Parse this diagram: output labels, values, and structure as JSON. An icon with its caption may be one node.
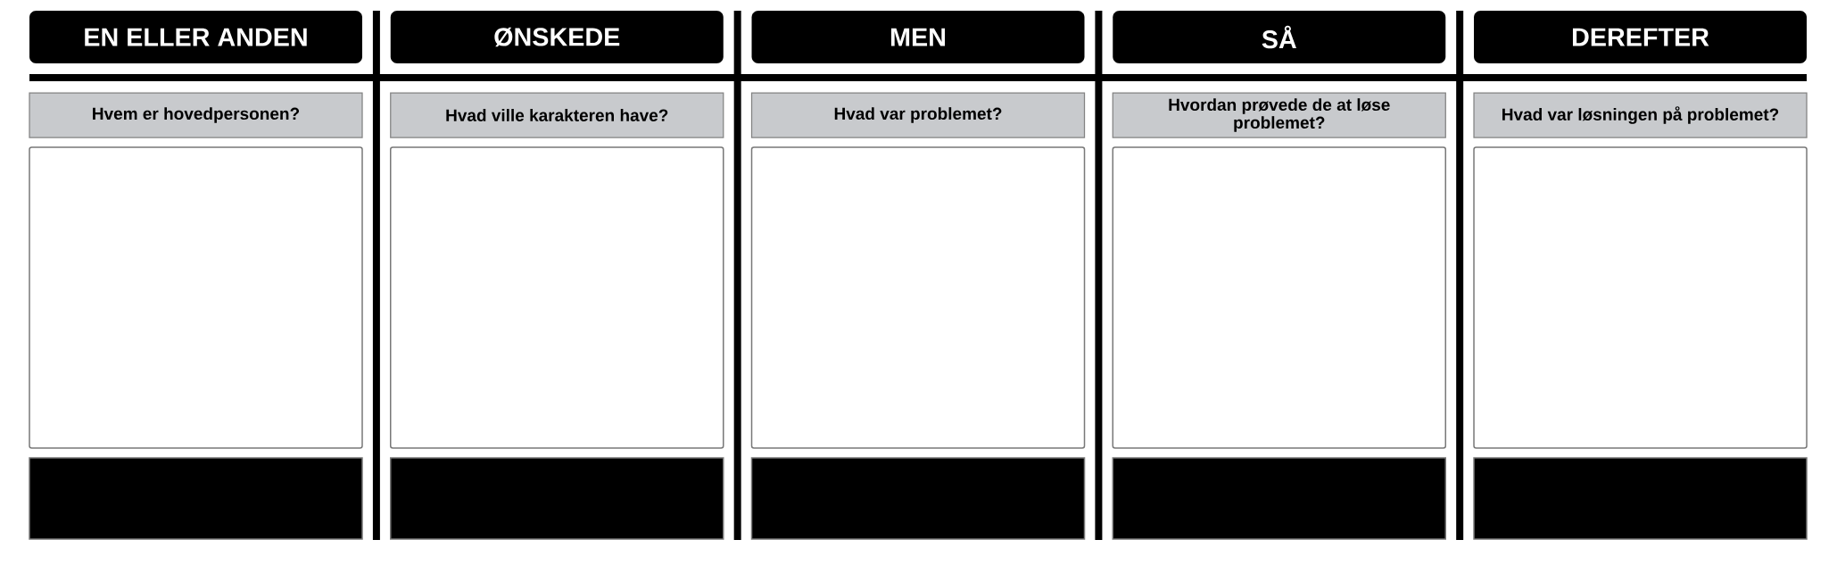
{
  "diagram": {
    "nodes": [
      {
        "text": [
          "EN ELLER ANDEN"
        ]
      },
      {
        "text": [
          "ØNSKEDE"
        ]
      },
      {
        "text": [
          "MEN"
        ]
      },
      {
        "text": [
          "SÅ"
        ]
      },
      {
        "text": [
          "DEREFTER"
        ]
      },
      {
        "text": [
          "Hvem er hovedpersonen?"
        ]
      },
      {
        "text": [
          "Hvad ville karakteren have?"
        ]
      },
      {
        "text": [
          "Hvad var problemet?"
        ]
      },
      {
        "text": [
          "Hvordan prøvede de at løse problemet?"
        ]
      },
      {
        "text": [
          "Hvad var løsningen på problemet?"
        ]
      },
      {
        "text": [],
        "shape": "box"
      },
      {
        "text": [],
        "shape": "box"
      },
      {
        "text": [],
        "shape": "box"
      },
      {
        "text": [],
        "shape": "box"
      },
      {
        "text": [],
        "shape": "box"
      },
      {
        "text": [],
        "shape": "box"
      },
      {
        "text": [],
        "shape": "box"
      },
      {
        "text": [],
        "shape": "box"
      },
      {
        "text": [],
        "shape": "box"
      },
      {
        "text": [],
        "shape": "box"
      }
    ]
  }
}
